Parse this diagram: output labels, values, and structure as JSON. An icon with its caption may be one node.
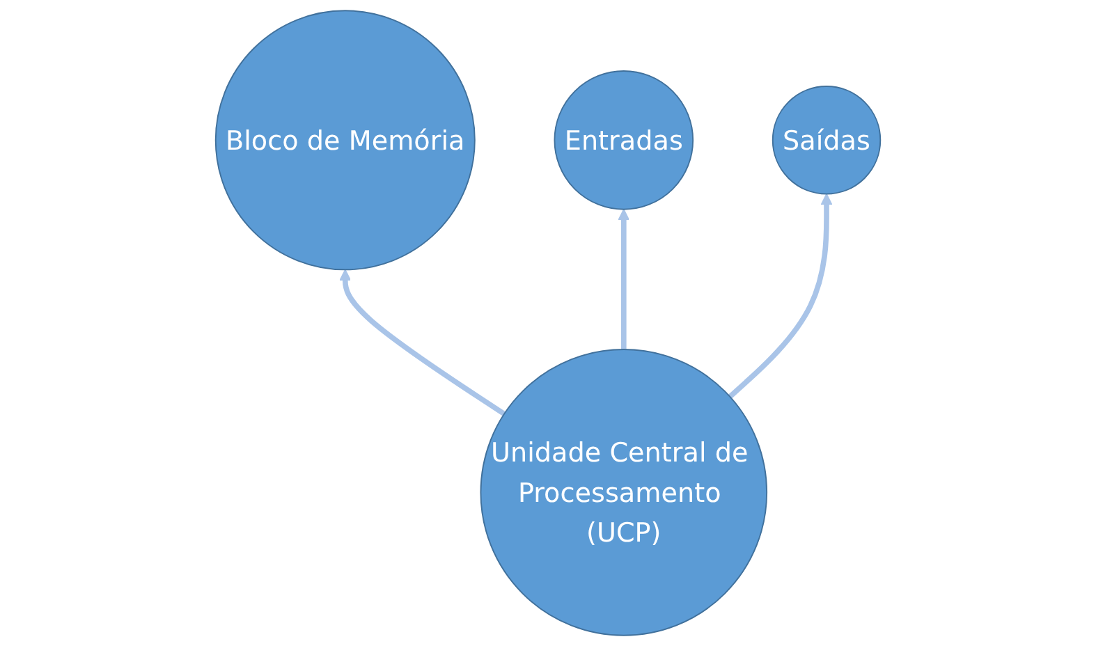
{
  "diagram": {
    "nodes": [
      {
        "text": [
          "Bloco de Memória"
        ]
      },
      {
        "text": [
          "Entradas"
        ]
      },
      {
        "text": [
          "Unidade Central de Processamento (UCP)"
        ]
      },
      {
        "text": [
          "Saídas"
        ]
      }
    ],
    "edges": [
      {
        "from": 2,
        "to": 0,
        "arrow": "to"
      },
      {
        "from": 2,
        "to": 1,
        "arrow": "to"
      },
      {
        "from": 2,
        "to": 3,
        "arrow": "to"
      }
    ]
  }
}
